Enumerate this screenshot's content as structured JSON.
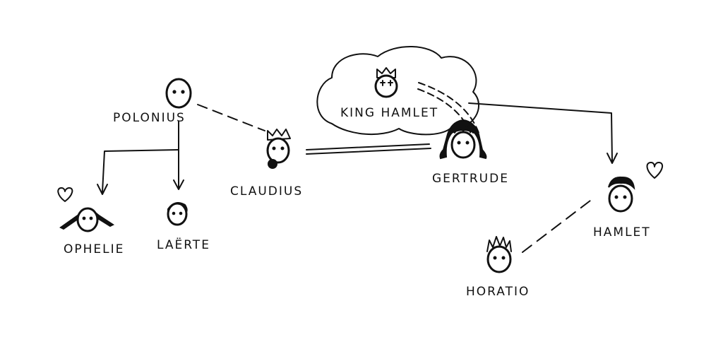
{
  "characters": {
    "polonius": "POLONIUS",
    "claudius": "CLAUDIUS",
    "king_hamlet": "KING  HAMLET",
    "gertrude": "GERTRUDE",
    "ophelie": "OPHELIE",
    "laerte": "LAËRTE",
    "hamlet": "HAMLET",
    "horatio": "HORATIO"
  },
  "colors": {
    "ink": "#111111",
    "background": "#ffffff"
  },
  "icons": {
    "love": "heart-icon",
    "crown": "crown-icon",
    "ghost": "thought-cloud"
  }
}
